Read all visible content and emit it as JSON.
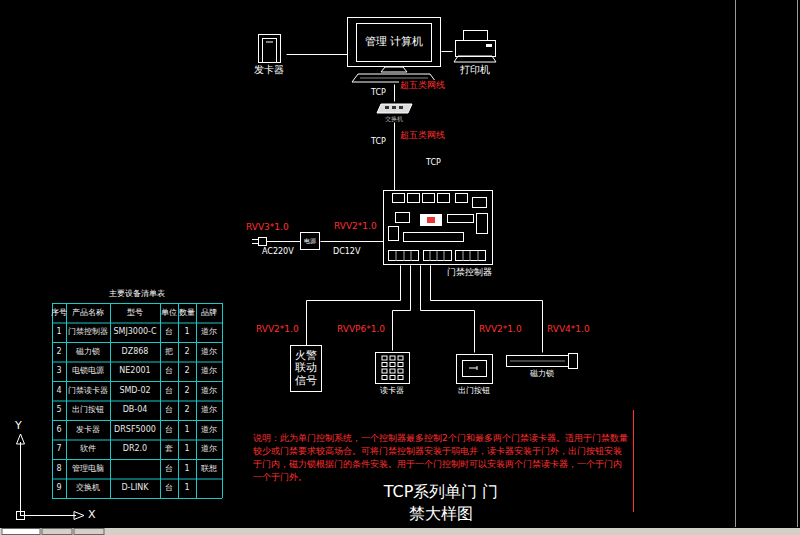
{
  "diagram": {
    "title": "TCP系列单门 门禁大样图",
    "nodes": [
      {
        "text": [
          "发卡器"
        ]
      },
      {
        "text": [
          "管理 计算机"
        ]
      },
      {
        "text": [
          "打印机"
        ]
      },
      {
        "text": [
          "交换机"
        ]
      },
      {
        "text": [
          "门禁控制器"
        ]
      },
      {
        "text": [
          "电源"
        ]
      },
      {
        "text": [
          "火警联动信号"
        ]
      },
      {
        "text": [
          "读卡器"
        ]
      },
      {
        "text": [
          "出门按钮"
        ]
      },
      {
        "text": [
          "磁力锁"
        ]
      }
    ],
    "edges": [
      {
        "from": 0,
        "to": 1,
        "arrow": "none"
      },
      {
        "from": 1,
        "to": 2,
        "arrow": "none"
      },
      {
        "from": 1,
        "to": 3,
        "label": "超五类网线",
        "arrow": "none"
      },
      {
        "from": 3,
        "to": 4,
        "label": "超五类网线",
        "arrow": "none"
      },
      {
        "from": 5,
        "to": 4,
        "label": "RVV2*1.0",
        "arrow": "none"
      },
      {
        "from": 4,
        "to": 6,
        "label": "RVV2*1.0",
        "arrow": "none"
      },
      {
        "from": 4,
        "to": 7,
        "label": "RVVP6*1.0",
        "arrow": "none"
      },
      {
        "from": 4,
        "to": 8,
        "label": "RVV2*1.0",
        "arrow": "none"
      },
      {
        "from": 4,
        "to": 9,
        "label": "RVV4*1.0",
        "arrow": "none"
      }
    ],
    "labels": [
      "TCP",
      "TCP",
      "TCP",
      "RVV3*1.0",
      "AC220V",
      "DC12V",
      "主要设备清单表",
      "序号",
      "产品名称",
      "型号",
      "单位",
      "数量",
      "品牌",
      "1",
      "门禁控制器",
      "SMJ3000-C",
      "台",
      "1",
      "道尔",
      "2",
      "磁力锁",
      "DZ868",
      "把",
      "2",
      "道尔",
      "3",
      "电锁电源",
      "NE2001",
      "台",
      "2",
      "道尔",
      "4",
      "门禁读卡器",
      "SMD-02",
      "台",
      "2",
      "道尔",
      "5",
      "出门按钮",
      "DB-04",
      "台",
      "2",
      "道尔",
      "6",
      "发卡器",
      "DRSF5000",
      "台",
      "1",
      "道尔",
      "7",
      "软件",
      "DR2.0",
      "套",
      "1",
      "道尔",
      "8",
      "管理电脑",
      "台",
      "1",
      "联想",
      "9",
      "交换机",
      "D-LINK",
      "台",
      "1",
      "说明：此为单门控制系统，一个控制器最多控制2个门和最多两个门禁读卡器。适用于门禁数量较少或门禁要求较高场合。可将门禁控制器安装于弱电井，读卡器安装于门外，出门按钮安装于门内，磁力锁根据门的条件安装。用于一个门控制时可以安装两个门禁读卡器，一个于门内一个于门外。",
      "X",
      "Y"
    ]
  }
}
